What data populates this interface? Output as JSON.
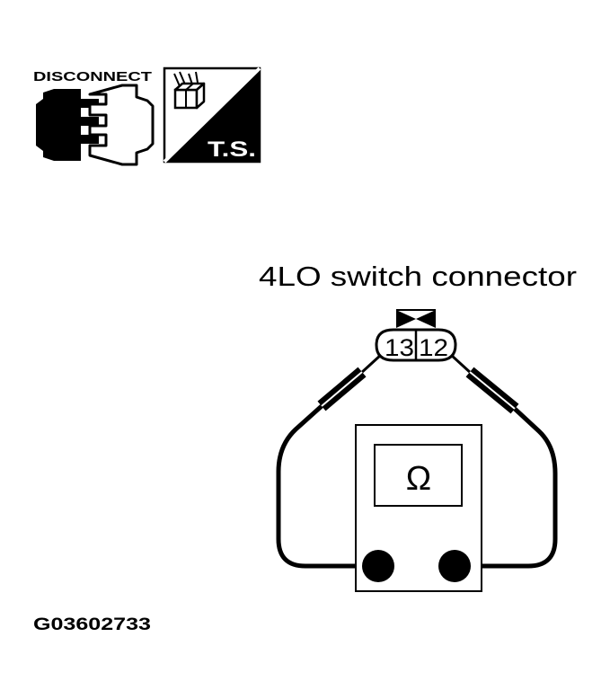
{
  "icons": {
    "disconnect": {
      "label": "DISCONNECT",
      "icon": "disconnect-connector-icon"
    },
    "test_symbol": {
      "label": "T.S.",
      "icon": "connector-test-icon"
    }
  },
  "connector": {
    "title": "4LO switch connector",
    "terminals": [
      "13",
      "12"
    ]
  },
  "meter": {
    "symbol": "Ω",
    "icon": "ohmmeter-icon"
  },
  "figure_id": "G03602733",
  "colors": {
    "ink": "#000000",
    "paper": "#ffffff"
  }
}
